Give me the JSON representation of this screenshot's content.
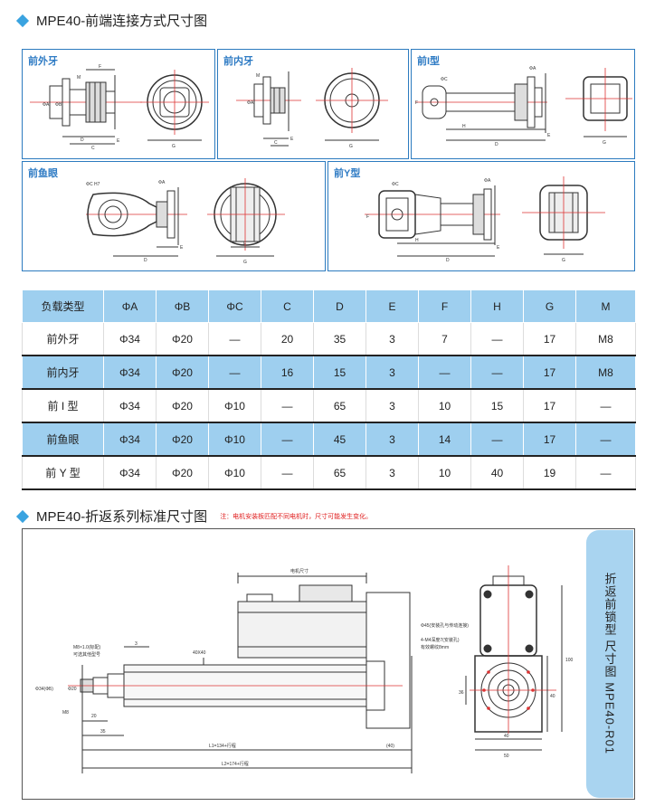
{
  "section1": {
    "title": "MPE40-前端连接方式尺寸图"
  },
  "panels": {
    "p1": "前外牙",
    "p2": "前内牙",
    "p3": "前I型",
    "p4": "前鱼眼",
    "p5": "前Y型"
  },
  "dims": {
    "E": "E",
    "F": "F",
    "D": "D",
    "C": "C",
    "G": "G",
    "H": "H",
    "M": "M",
    "phiA": "ΦA",
    "phiB": "ΦB",
    "phiC": "ΦC",
    "phiC_H7": "ΦC H7"
  },
  "table": {
    "headers": [
      "负载类型",
      "ΦA",
      "ΦB",
      "ΦC",
      "C",
      "D",
      "E",
      "F",
      "H",
      "G",
      "M"
    ],
    "rows": [
      [
        "前外牙",
        "Φ34",
        "Φ20",
        "—",
        "20",
        "35",
        "3",
        "7",
        "—",
        "17",
        "M8"
      ],
      [
        "前内牙",
        "Φ34",
        "Φ20",
        "—",
        "16",
        "15",
        "3",
        "—",
        "—",
        "17",
        "M8"
      ],
      [
        "前 I 型",
        "Φ34",
        "Φ20",
        "Φ10",
        "—",
        "65",
        "3",
        "10",
        "15",
        "17",
        "—"
      ],
      [
        "前鱼眼",
        "Φ34",
        "Φ20",
        "Φ10",
        "—",
        "45",
        "3",
        "14",
        "—",
        "17",
        "—"
      ],
      [
        "前 Y 型",
        "Φ34",
        "Φ20",
        "Φ10",
        "—",
        "65",
        "3",
        "10",
        "40",
        "19",
        "—"
      ]
    ]
  },
  "section2": {
    "title": "MPE40-折返系列标准尺寸图",
    "note": "注：电机安装板匹配不同电机时，尺寸可能发生变化。"
  },
  "drawing": {
    "motor_size": "电机尺寸",
    "screw_note_1": "M8×1.0(标配)",
    "screw_note_2": "可选其他型号",
    "dim_3": "3",
    "dim_40x40": "40X40",
    "dim_20": "20",
    "dim_35": "35",
    "dim_m8": "M8",
    "dim_phi20": "Φ20",
    "dim_phi34": "Φ34(ФБ)",
    "l1": "L1=134+行程",
    "l2": "L2=174+行程",
    "dim_40p": "(40)",
    "hole_note": "Φ45(安装孔与传动连接)",
    "m4_note_1": "4-M4深度7(安装孔)",
    "m4_note_2": "有效螺纹8mm",
    "dim_100": "100",
    "dim_40a": "40",
    "dim_40b": "40",
    "dim_50": "50",
    "dim_36": "36"
  },
  "side_tab": "折返前锁型 尺寸图 MPE40-R01"
}
